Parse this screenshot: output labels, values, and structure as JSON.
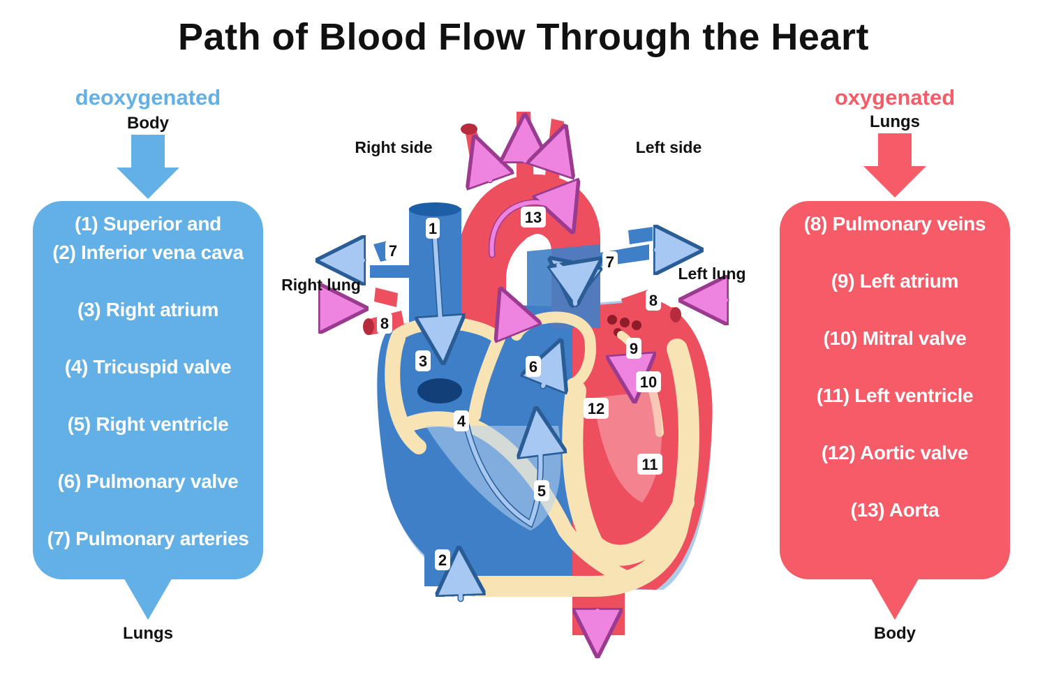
{
  "title": "Path of Blood Flow Through the Heart",
  "left_panel": {
    "heading": "deoxygenated",
    "from": "Body",
    "to": "Lungs",
    "items": [
      "(1) Superior and",
      "(2) Inferior vena cava",
      "(3) Right atrium",
      "(4) Tricuspid valve",
      "(5) Right ventricle",
      "(6) Pulmonary valve",
      "(7) Pulmonary arteries"
    ],
    "color": "#63b0e6"
  },
  "right_panel": {
    "heading": "oxygenated",
    "from": "Lungs",
    "to": "Body",
    "items": [
      "(8) Pulmonary veins",
      "(9) Left atrium",
      "(10) Mitral valve",
      "(11) Left ventricle",
      "(12) Aortic valve",
      "(13) Aorta"
    ],
    "color": "#f65c68"
  },
  "heart": {
    "right_side": "Right side",
    "left_side": "Left side",
    "right_lung": "Right lung",
    "left_lung": "Left lung",
    "markers": [
      "1",
      "2",
      "3",
      "4",
      "5",
      "6",
      "7",
      "7",
      "8",
      "8",
      "9",
      "10",
      "11",
      "12",
      "13"
    ]
  }
}
